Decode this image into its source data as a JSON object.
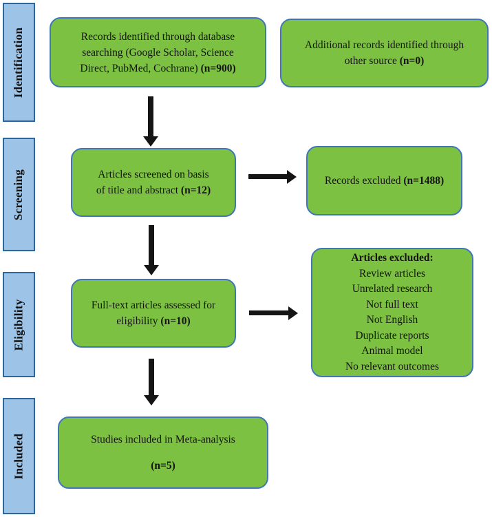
{
  "colors": {
    "box_fill": "#7cc142",
    "box_border": "#4076b8",
    "stage_fill": "#9dc3e6",
    "stage_border": "#2f6699",
    "arrow": "#151515",
    "text": "#161616"
  },
  "stages": [
    {
      "label": "Identification"
    },
    {
      "label": "Screening"
    },
    {
      "label": "Eligibility"
    },
    {
      "label": "Included"
    }
  ],
  "boxes": {
    "records_identified": {
      "lines": [
        "Records identified through database",
        "searching (Google Scholar, Science",
        "Direct, PubMed, Cochrane) "
      ],
      "count": "(n=900)"
    },
    "additional_records": {
      "lines": [
        "Additional records identified through",
        "other source "
      ],
      "count": "(n=0)"
    },
    "articles_screened": {
      "lines": [
        "Articles screened on basis",
        "of title and abstract "
      ],
      "count": "(n=12)"
    },
    "records_excluded": {
      "lines": [
        "Records excluded "
      ],
      "count": "(n=1488)"
    },
    "fulltext_assessed": {
      "lines": [
        "Full-text articles assessed for",
        "eligibility "
      ],
      "count": "(n=10)"
    },
    "articles_excluded": {
      "heading": "Articles excluded:",
      "items": [
        "Review articles",
        "Unrelated research",
        "Not full text",
        "Not English",
        "Duplicate reports",
        "Animal model",
        "No relevant outcomes"
      ]
    },
    "studies_included": {
      "line": "Studies included in Meta-analysis",
      "count": "(n=5)"
    }
  }
}
